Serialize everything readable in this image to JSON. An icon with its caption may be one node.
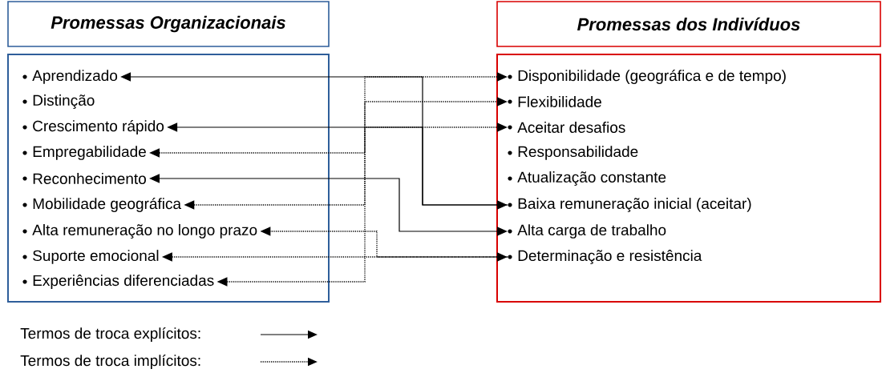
{
  "diagram": {
    "nodes": [
      {
        "text": [
          "Promessas Organizacionais"
        ]
      },
      {
        "text": [],
        "shape": "box"
      },
      {
        "text": [
          "Aprendizado"
        ],
        "in": 1
      },
      {
        "text": [
          "Distinção"
        ],
        "in": 1
      },
      {
        "text": [
          "Crescimento rápido"
        ],
        "in": 1
      },
      {
        "text": [
          "Empregabilidade"
        ],
        "in": 1
      },
      {
        "text": [
          "Reconhecimento"
        ],
        "in": 1
      },
      {
        "text": [
          "Mobilidade geográfica"
        ],
        "in": 1
      },
      {
        "text": [
          "Alta remuneração no longo prazo"
        ],
        "in": 1
      },
      {
        "text": [
          "Suporte emocional"
        ],
        "in": 1
      },
      {
        "text": [
          "Experiências diferenciadas"
        ],
        "in": 1
      },
      {
        "text": [
          "Promessas dos Indivíduos"
        ]
      },
      {
        "text": [],
        "shape": "box"
      },
      {
        "text": [
          "Disponibilidade (geográfica e de tempo)"
        ],
        "in": 12
      },
      {
        "text": [
          "Flexibilidade"
        ],
        "in": 12
      },
      {
        "text": [
          "Aceitar desafios"
        ],
        "in": 12
      },
      {
        "text": [
          "Responsabilidade"
        ],
        "in": 12
      },
      {
        "text": [
          "Atualização constante"
        ],
        "in": 12
      },
      {
        "text": [
          "Baixa remuneração inicial (aceitar)"
        ],
        "in": 12
      },
      {
        "text": [
          "Alta carga de trabalho"
        ],
        "in": 12
      },
      {
        "text": [
          "Determinação e resistência"
        ],
        "in": 12
      }
    ],
    "edges": [
      {
        "from": 2,
        "to": 18,
        "arrow": "both"
      },
      {
        "from": 18,
        "to": 4,
        "arrow": "to"
      },
      {
        "from": 6,
        "to": 19,
        "arrow": "both"
      },
      {
        "from": 5,
        "to": 13,
        "arrow": "both",
        "style": "dashed"
      },
      {
        "from": 7,
        "to": 14,
        "arrow": "both",
        "style": "dashed"
      },
      {
        "from": 10,
        "to": 15,
        "arrow": "both",
        "style": "dashed"
      },
      {
        "from": 9,
        "to": 20,
        "arrow": "both",
        "style": "dashed"
      },
      {
        "from": 20,
        "to": 8,
        "arrow": "to",
        "style": "dashed"
      }
    ],
    "legend": [
      {
        "text": "Termos de troca explícitos:"
      },
      {
        "text": "Termos de troca implícitos:"
      }
    ]
  }
}
